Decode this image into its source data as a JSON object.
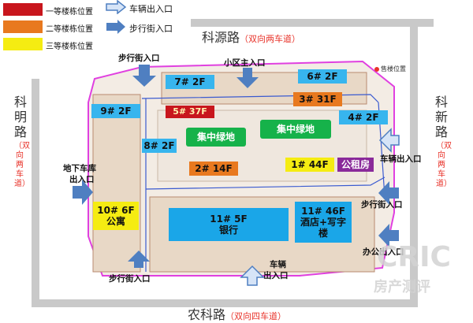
{
  "legend": [
    {
      "label": "一等楼栋位置",
      "color": "#c8161d"
    },
    {
      "label": "二等楼栋位置",
      "color": "#e8791f"
    },
    {
      "label": "三等楼栋位置",
      "color": "#f5ec12"
    }
  ],
  "legend_entrances": {
    "vehicle": "车辆出入口",
    "pedestrian": "步行街入口"
  },
  "roads": {
    "top": {
      "name": "科源路",
      "note": "（双向两车道）"
    },
    "bottom": {
      "name": "农科路",
      "note": "（双向四车道）"
    },
    "left": {
      "name": "科明路",
      "note": "（双向两车道）"
    },
    "right": {
      "name": "科新路",
      "note": "（双向两车道）"
    }
  },
  "buildings": {
    "b7": "7# 2F",
    "b6": "6# 2F",
    "b9": "9# 2F",
    "b5": "5# 37F",
    "b3": "3# 31F",
    "b4": "4# 2F",
    "b8": "8# 2F",
    "b2": "2# 14F",
    "b1": "1# 44F",
    "public": "公租房",
    "b10_line1": "10# 6F",
    "b10_line2": "公寓",
    "b11_line1": "11# 5F",
    "b11_line2": "银行",
    "b11b_line1": "11# 46F",
    "b11b_line2": "酒店+写字",
    "b11b_line3": "楼"
  },
  "greens": [
    "集中绿地",
    "集中绿地"
  ],
  "entrances": {
    "ped_top_left": "步行街入口",
    "district_main": "小区主入口",
    "parking": "地下车库",
    "parking2": "出入口",
    "vehicle_right": "车辆出入口",
    "ped_right": "步行街入口",
    "office_right": "办公出入口",
    "ped_bottom": "步行街入口",
    "vehicle_bottom": "车辆",
    "vehicle_bottom2": "出入口"
  },
  "sales_office": "售楼位置",
  "watermark": {
    "brand": "CRIC",
    "sub": "房产测评"
  },
  "colors": {
    "road": "#c9c9c9",
    "arrow": "#4f7fc1",
    "boundary": "#e040e0",
    "note": "#e8332a"
  }
}
